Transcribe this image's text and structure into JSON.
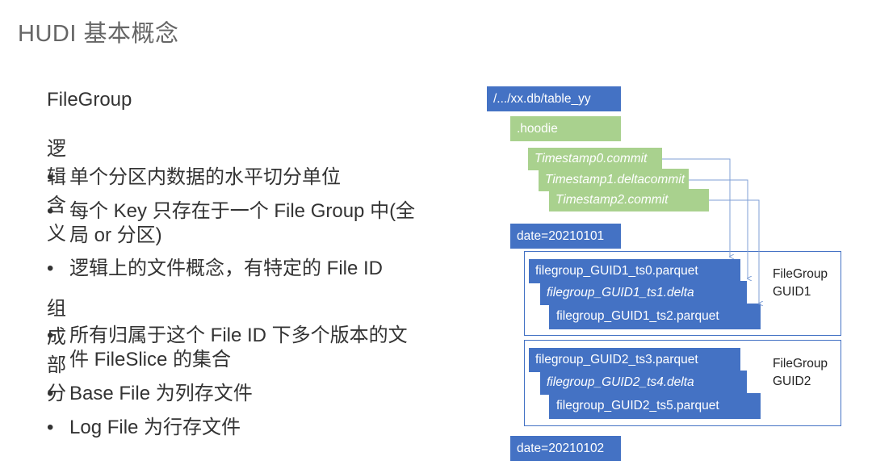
{
  "title": "HUDI 基本概念",
  "left": {
    "heading1": "FileGroup",
    "heading2": "逻辑含义",
    "bullets1": [
      {
        "line1": "单个分区内数据的水平切分单位",
        "line2": ""
      },
      {
        "line1": "每个 Key 只存在于一个 File Group 中(全",
        "line2": "局 or 分区)"
      },
      {
        "line1": "逻辑上的文件概念，有特定的 File ID",
        "line2": ""
      }
    ],
    "heading3": "组成部分",
    "bullets2": [
      {
        "line1": "所有归属于这个 File ID 下多个版本的文",
        "line2": "件 FileSlice 的集合"
      },
      {
        "line1": "Base File 为列存文件",
        "line2": ""
      },
      {
        "line1": "Log File 为行存文件",
        "line2": ""
      }
    ],
    "bullet_char": "•"
  },
  "diagram": {
    "table_path": "/.../xx.db/table_yy",
    "hoodie": ".hoodie",
    "commits": [
      "Timestamp0.commit",
      "Timestamp1.deltacommit",
      "Timestamp2.commit"
    ],
    "partition1": "date=20210101",
    "group1": {
      "files": [
        "filegroup_GUID1_ts0.parquet",
        "filegroup_GUID1_ts1.delta",
        "filegroup_GUID1_ts2.parquet"
      ],
      "label_line1": "FileGroup",
      "label_line2": "GUID1"
    },
    "group2": {
      "files": [
        "filegroup_GUID2_ts3.parquet",
        "filegroup_GUID2_ts4.delta",
        "filegroup_GUID2_ts5.parquet"
      ],
      "label_line1": "FileGroup",
      "label_line2": "GUID2"
    },
    "partition2": "date=20210102",
    "colors": {
      "blue": "#4472c4",
      "green": "#a9d18e",
      "connector": "#7f9fd6"
    }
  }
}
